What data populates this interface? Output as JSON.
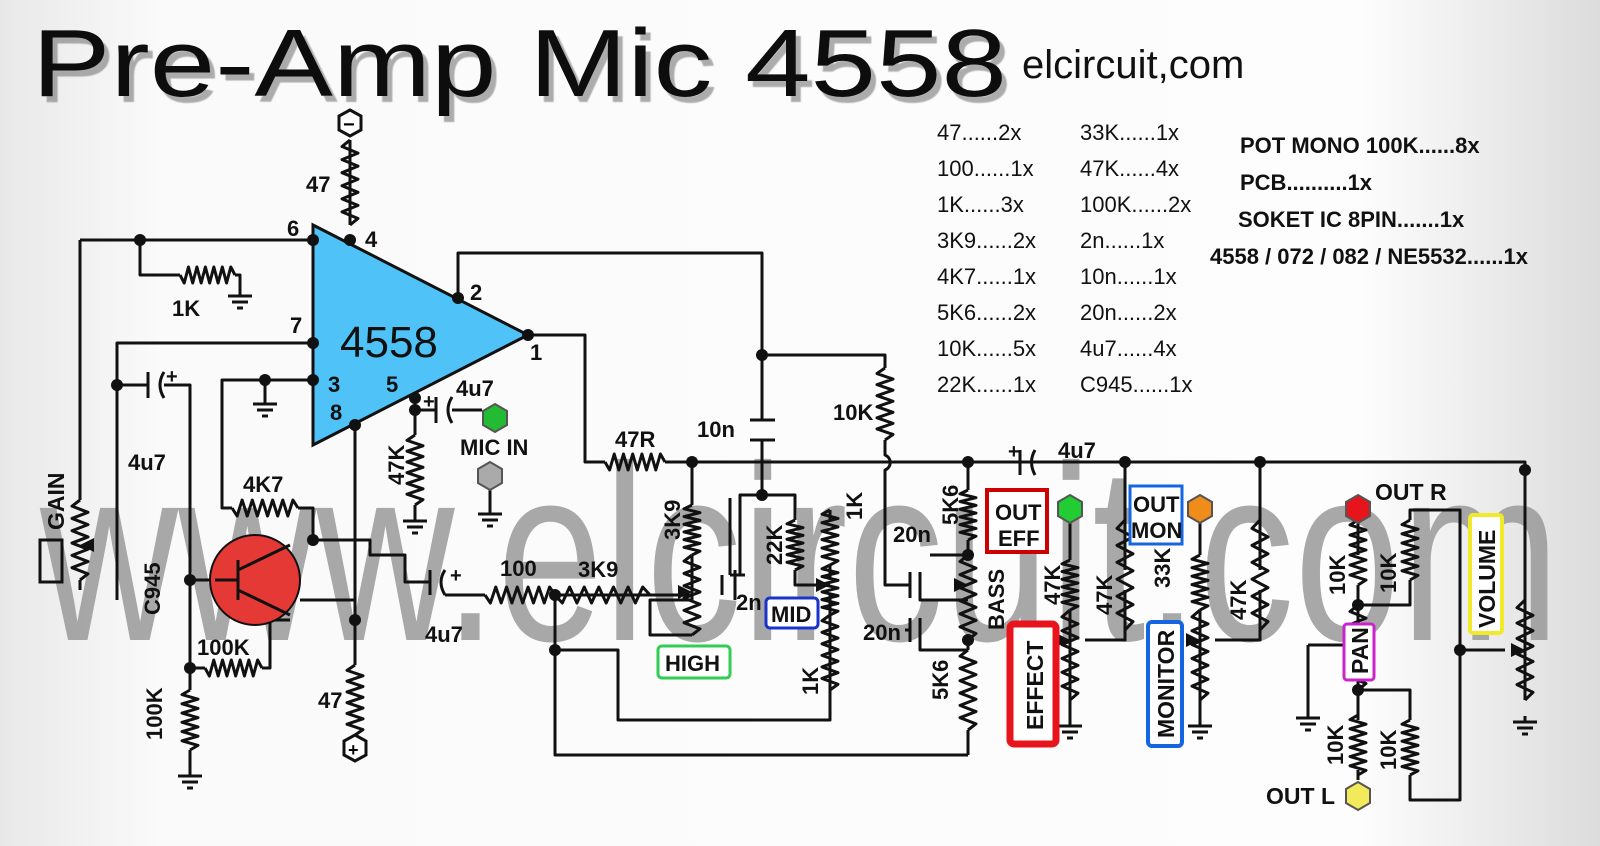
{
  "title": "Pre-Amp Mic 4558",
  "site": "elcircuit,com",
  "watermark": "www.elcircuit.com",
  "ic": {
    "label": "4558",
    "pins": {
      "p1": "1",
      "p2": "2",
      "p3": "3",
      "p4": "4",
      "p5": "5",
      "p6": "6",
      "p7": "7",
      "p8": "8"
    },
    "color": "#4fc3f7"
  },
  "components": {
    "r47_top": "47",
    "r1k_gnd": "1K",
    "c4u7_left": "4u7",
    "r4k7": "4K7",
    "q_c945": "C945",
    "r100k_fb": "100K",
    "r100k_bias": "100K",
    "r47_bottom": "47",
    "c4u7_mic": "4u7",
    "r47k_mic": "47K",
    "c4u7_out": "4u7",
    "r47r": "47R",
    "c10n": "10n",
    "r10k": "10K",
    "r3k9_high": "3K9",
    "r22k": "22K",
    "r1k_mid_top": "1K",
    "c2n": "2n",
    "r100": "100",
    "r3k9": "3K9",
    "r1k_mid_bottom": "1K",
    "c20n_a": "20n",
    "c20n_b": "20n",
    "r5k6_top": "5K6",
    "r5k6_bottom": "5K6",
    "c4u7_bus": "4u7",
    "r47k_eff_a": "47K",
    "r47k_eff_b": "47K",
    "r33k": "33K",
    "r47k_mon": "47K",
    "r10k_a": "10K",
    "r10k_b": "10K",
    "r10k_c": "10K",
    "r10k_d": "10K"
  },
  "tags": {
    "gain": "GAIN",
    "mic_in": "MIC IN",
    "high": "HIGH",
    "mid": "MID",
    "bass": "BASS",
    "out_eff_1": "OUT",
    "out_eff_2": "EFF",
    "out_mon_1": "OUT",
    "out_mon_2": "MON",
    "effect": "EFFECT",
    "monitor": "MONITOR",
    "pan": "PAN",
    "volume": "VOLUME",
    "out_r": "OUT R",
    "out_l": "OUT L"
  },
  "terminals": {
    "minus": "−",
    "plus": "+"
  },
  "parts_list": {
    "col1": [
      "47......2x",
      "100......1x",
      "1K......3x",
      "3K9......2x",
      "4K7......1x",
      "5K6......2x",
      "10K......5x",
      "22K......1x"
    ],
    "col2": [
      "33K......1x",
      "47K......4x",
      "100K......2x",
      "2n......1x",
      "10n......1x",
      "20n......2x",
      "4u7......4x",
      "C945......1x"
    ],
    "col3": [
      "POT MONO 100K......8x",
      "PCB..........1x",
      "SOKET IC 8PIN.......1x",
      "4558 / 072 / 082 / NE5532......1x"
    ]
  },
  "colors": {
    "ic": "#4fc3f7",
    "transistor": "#e53935",
    "mic_in": "#22bb33",
    "out_eff_node": "#22cc33",
    "out_mon_node": "#f08c1a",
    "out_r_node": "#e8141c",
    "out_l_node": "#f2ea5a",
    "effect_tag": "#e8141c",
    "monitor_tag": "#1565e0",
    "high_tag": "#33cc55",
    "mid_tag": "#1a33cc",
    "pan_tag": "#cc22cc",
    "volume_tag": "#f0ea2a",
    "watermark": "#9a9a9a"
  }
}
